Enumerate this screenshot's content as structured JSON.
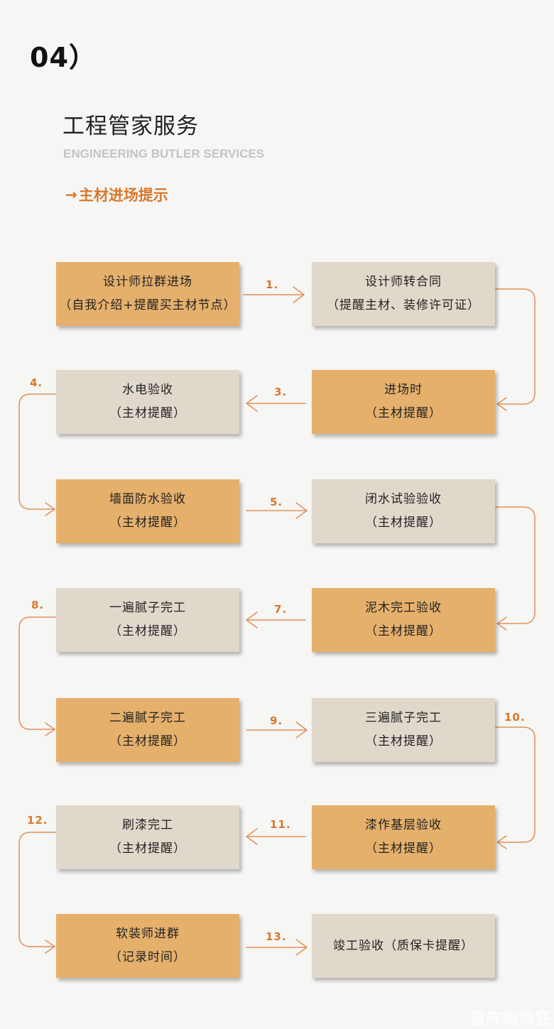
{
  "header": {
    "page_number": "04",
    "title": "工程管家服务",
    "subtitle": "ENGINEERING BUTLER SERVICES",
    "section_arrow": "→",
    "section_label": "主材进场提示"
  },
  "steps": [
    {
      "line1": "设计师拉群进场",
      "line2": "（自我介绍+提醒买主材节点）"
    },
    {
      "line1": "设计师转合同",
      "line2": "（提醒主材、装修许可证）"
    },
    {
      "line1": "进场时",
      "line2": "（主材提醒）"
    },
    {
      "line1": "水电验收",
      "line2": "（主材提醒）"
    },
    {
      "line1": "墙面防水验收",
      "line2": "（主材提醒）"
    },
    {
      "line1": "闭水试验验收",
      "line2": "（主材提醒）"
    },
    {
      "line1": "泥木完工验收",
      "line2": "（主材提醒）"
    },
    {
      "line1": "一遍腻子完工",
      "line2": "（主材提醒）"
    },
    {
      "line1": "二遍腻子完工",
      "line2": "（主材提醒）"
    },
    {
      "line1": "三遍腻子完工",
      "line2": "（主材提醒）"
    },
    {
      "line1": "漆作基层验收",
      "line2": "（主材提醒）"
    },
    {
      "line1": "刷漆完工",
      "line2": "（主材提醒）"
    },
    {
      "line1": "软装师进群",
      "line2": "（记录时间）"
    },
    {
      "line1": "竣工验收（质保卡提醒）",
      "line2": ""
    }
  ],
  "connector_labels": [
    "1.",
    "3.",
    "4.",
    "5.",
    "7.",
    "8.",
    "9.",
    "10.",
    "11.",
    "12.",
    "13."
  ],
  "watermark": "重庆购物狂",
  "colors": {
    "orange_box": "#e5b06c",
    "beige_box": "#e1d8cc",
    "accent": "#d9772c",
    "connector": "#e0915a"
  }
}
